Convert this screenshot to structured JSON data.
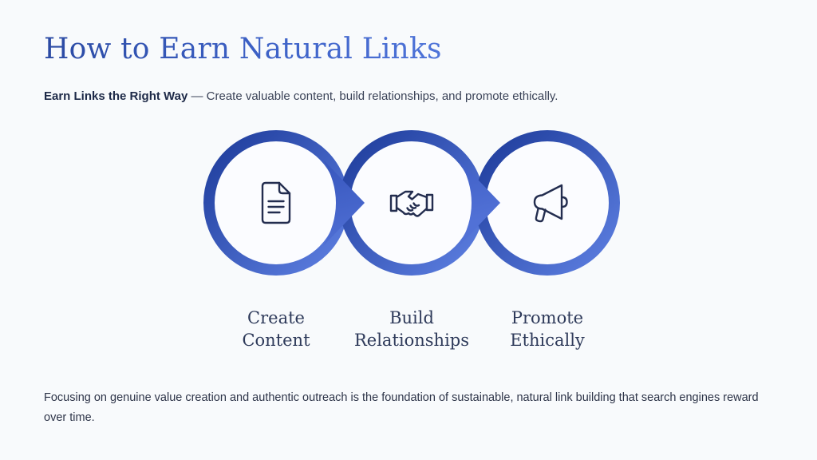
{
  "header": {
    "title": "How to Earn Natural Links",
    "subtitle_bold": "Earn Links the Right Way",
    "subtitle_rest": "— Create valuable content, build relationships, and promote ethically."
  },
  "diagram": {
    "steps": [
      {
        "icon": "document-icon",
        "label_lines": [
          "Create",
          "Content"
        ]
      },
      {
        "icon": "handshake-icon",
        "label_lines": [
          "Build",
          "Relationships"
        ]
      },
      {
        "icon": "megaphone-icon",
        "label_lines": [
          "Promote",
          "Ethically"
        ]
      }
    ],
    "colors": {
      "background": "#f8fafc",
      "ring_gradient_start": "#1d3b9a",
      "ring_gradient_end": "#5e80e2",
      "arrow_gradient_start": "#3756bd",
      "arrow_gradient_end": "#5171d6",
      "icon_stroke": "#232d4f",
      "circle_fill": "#fbfcff",
      "title_gradient_start": "#2b4aa3",
      "title_gradient_end": "#4f74d9"
    }
  },
  "footer": {
    "text": "Focusing on genuine value creation and authentic outreach is the foundation of sustainable, natural link building that search engines reward over time."
  }
}
